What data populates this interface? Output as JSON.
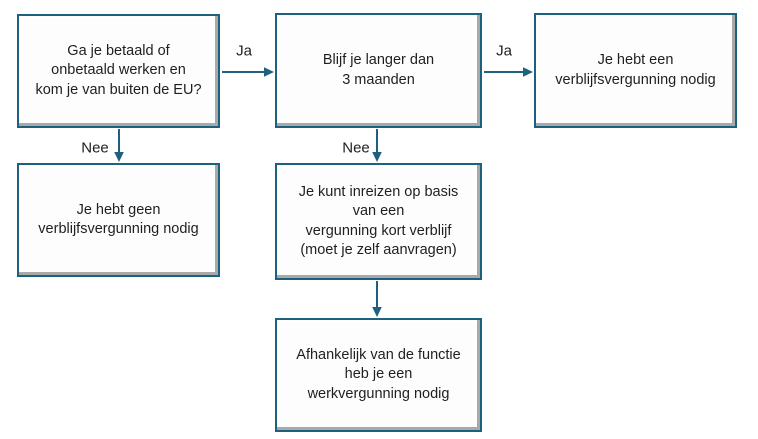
{
  "colors": {
    "border": "#1e607f",
    "arrow": "#1e607f",
    "box-fill": "#fdfdfd",
    "bevel-light": "#ffffff",
    "bevel-shadow": "#a9a9a9",
    "text": "#1f1f1f",
    "background": "#ffffff"
  },
  "nodes": {
    "question_work": {
      "text": "Ga je betaald of\nonbetaald werken en\nkom je van buiten de EU?"
    },
    "question_duration": {
      "text": "Blijf je langer dan\n3 maanden"
    },
    "need_residence_permit": {
      "text": "Je hebt een\nverblijfsvergunning nodig"
    },
    "no_residence_permit": {
      "text": "Je hebt geen\nverblijfsvergunning nodig"
    },
    "short_stay_permit": {
      "text": "Je kunt inreizen op basis\nvan een\nvergunning kort verblijf\n(moet je zelf aanvragen)"
    },
    "work_permit": {
      "text": "Afhankelijk van de functie\nheb je een\nwerkvergunning nodig"
    }
  },
  "labels": {
    "ja_1": "Ja",
    "ja_2": "Ja",
    "nee_1": "Nee",
    "nee_2": "Nee"
  }
}
